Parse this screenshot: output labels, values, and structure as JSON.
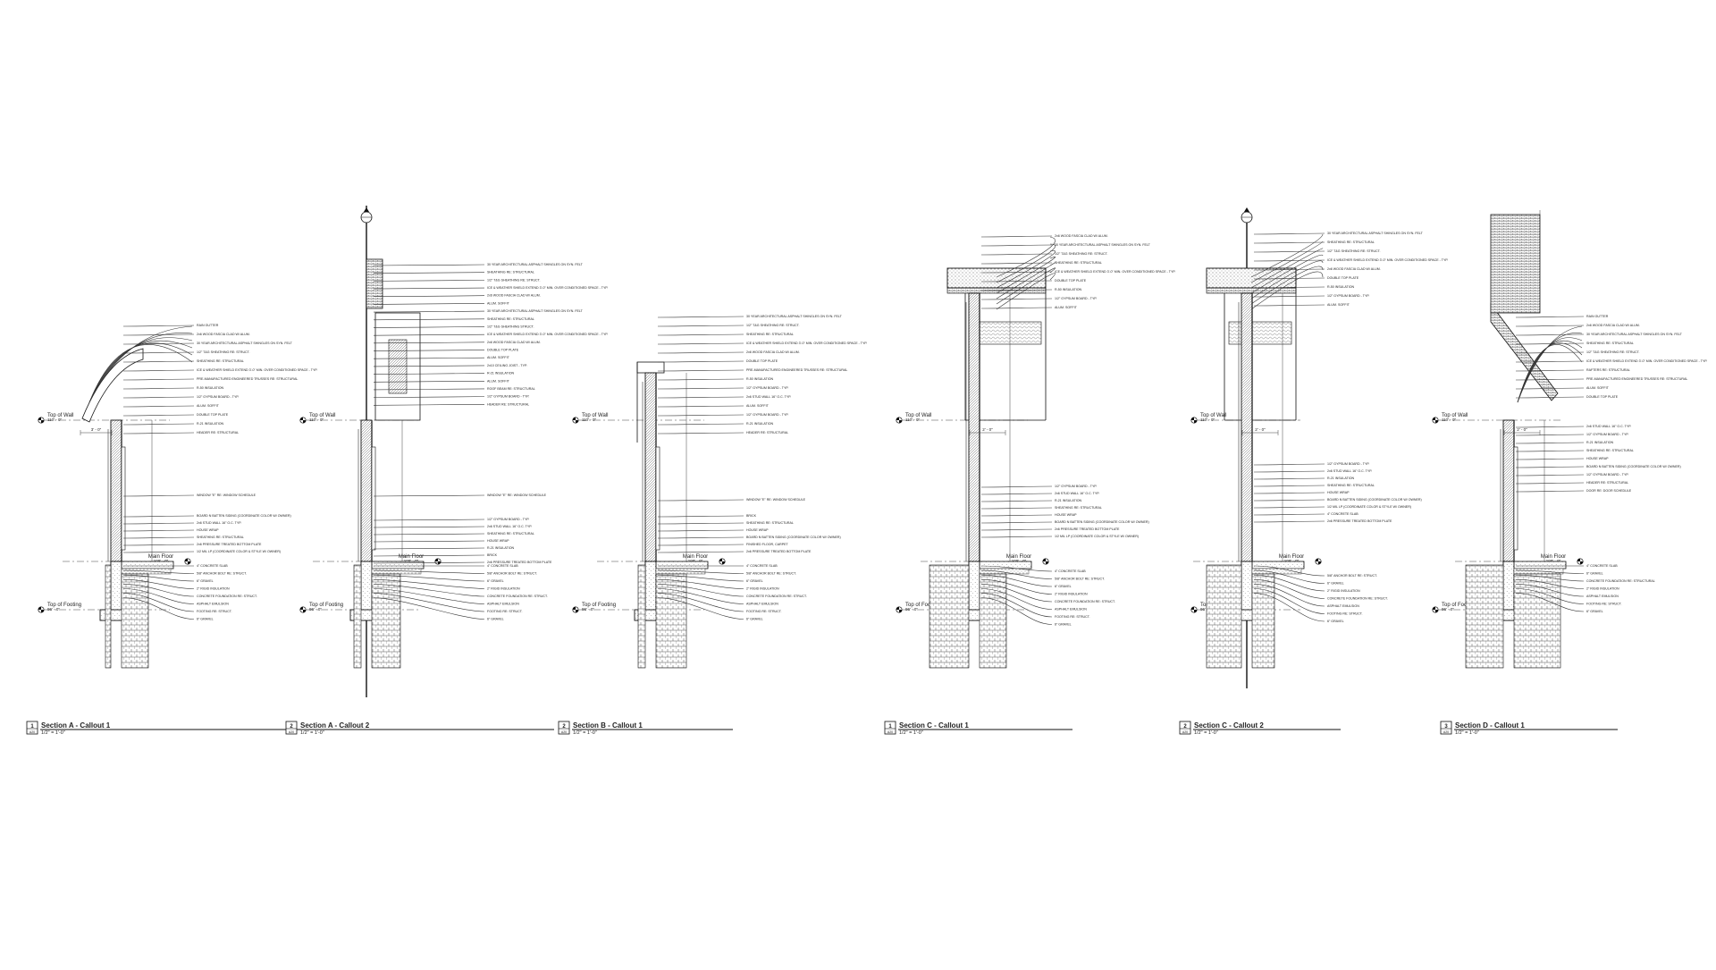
{
  "sheet": {
    "type": "Wall Section Callouts",
    "background": "#ffffff",
    "linework_color": "#111111"
  },
  "sections": [
    {
      "id": "A1",
      "number": "1",
      "sheet_ref": "A20",
      "title": "Section A - Callout 1",
      "scale": "1/2\" = 1'-0\"",
      "levels": {
        "top_of_wall": "Top of Wall",
        "top_elev": "110' - 0\"",
        "main_floor": "Main Floor",
        "main_elev": "100' - 0\"",
        "footing": "Top of Footing",
        "footing_elev": "96' - 0\""
      },
      "dimension": "3' - 0\"",
      "notes_upper": [
        "RAIN GUTTER",
        "2x6 WOOD FASCIA CLAD W/ ALUM.",
        "30 YEAR ARCHITECTURAL ASPHALT SHINGLES ON SYN. FELT",
        "1/2\" T&G SHEATHING RE: STRUCT.",
        "SHEATHING RE: STRUCTURAL",
        "ICE & WEATHER SHIELD EXTEND 3'-0\" MIN. OVER CONDITIONED SPACE - TYP.",
        "PRE-MANUFACTURED ENGINEERED TRUSSES RE: STRUCTURAL",
        "R-50 INSULATION",
        "1/2\" GYPSUM BOARD - TYP.",
        "ALUM. SOFFIT",
        "DOUBLE TOP PLATE",
        "R-21 INSULATION",
        "HEADER RE: STRUCTURAL"
      ],
      "notes_mid": [
        "WINDOW \"E\" RE: WINDOW SCHEDULE"
      ],
      "notes_lower": [
        "BOARD N BATTEN SIDING (COORDINATE COLOR W/ OWNER)",
        "2x6 STUD WALL 16\" O.C. TYP.",
        "HOUSE WRAP",
        "SHEATHING RE: STRUCTURAL",
        "2x6 PRESSURE TREATED BOTTOM PLATE",
        "1/2 MIL LP (COORDINATE COLOR & STYLE W/ OWNER)"
      ],
      "notes_base": [
        "4\" CONCRETE SLAB",
        "5/8\" ANCHOR BOLT RE: STRUCT.",
        "6\" GRAVEL",
        "2\" RIGID INSULATION",
        "CONCRETE FOUNDATION RE: STRUCT.",
        "ASPHALT EMULSION",
        "FOOTING RE: STRUCT.",
        "6\" GRAVEL"
      ]
    },
    {
      "id": "A2",
      "number": "2",
      "sheet_ref": "A20",
      "title": "Section A - Callout 2",
      "scale": "1/2\" = 1'-0\"",
      "levels": {
        "top_of_wall": "Top of Wall",
        "top_elev": "110' - 0\"",
        "main_floor": "Main Floor",
        "main_elev": "100' - 0\"",
        "footing": "Top of Footing",
        "footing_elev": "96' - 0\""
      },
      "dimension": "",
      "notes_upper": [
        "30 YEAR ARCHITECTURAL ASPHALT SHINGLES ON SYN. FELT",
        "SHEATHING RE: STRUCTURAL",
        "1/2\" T&G SHEATHING RE: STRUCT.",
        "ICE & WEATHER SHIELD EXTEND 3'-0\" MIN. OVER CONDITIONED SPACE - TYP.",
        "2x6 WOOD FASCIA CLAD W/ ALUM.",
        "ALUM. SOFFIT",
        "30 YEAR ARCHITECTURAL ASPHALT SHINGLES ON SYN. FELT",
        "SHEATHING RE: STRUCTURAL",
        "1/2\" T&G SHEATHING STRUCT.",
        "ICE & WEATHER SHIELD EXTEND 3'-0\" MIN. OVER CONDITIONED SPACE - TYP.",
        "2x6 WOOD FASCIA CLAD W/ ALUM.",
        "DOUBLE TOP PLATE",
        "ALUM. SOFFIT",
        "2x10 CEILING JOIST - TYP.",
        "R-21 INSULATION",
        "ALUM. SOFFIT",
        "ROOF BEAM RE: STRUCTURAL",
        "1/2\" GYPSUM BOARD - TYP.",
        "HEADER RE: STRUCTURAL"
      ],
      "notes_mid": [
        "WINDOW \"E\" RE: WINDOW SCHEDULE"
      ],
      "notes_lower": [
        "1/2\" GYPSUM BOARD - TYP.",
        "2x6 STUD WALL 16\" O.C. TYP.",
        "SHEATHING RE: STRUCTURAL",
        "HOUSE WRAP",
        "R-21 INSULATION",
        "BRICK",
        "2x6 PRESSURE TREATED BOTTOM PLATE"
      ],
      "notes_base": [
        "4\" CONCRETE SLAB",
        "5/8\" ANCHOR BOLT RE: STRUCT.",
        "6\" GRAVEL",
        "2\" RIGID INSULATION",
        "CONCRETE FOUNDATION RE: STRUCT.",
        "ASPHALT EMULSION",
        "FOOTING RE: STRUCT.",
        "6\" GRAVEL"
      ]
    },
    {
      "id": "B1",
      "number": "2",
      "sheet_ref": "A20",
      "title": "Section B - Callout 1",
      "scale": "1/2\" = 1'-0\"",
      "levels": {
        "top_of_wall": "Top of Wall",
        "top_elev": "110' - 0\"",
        "main_floor": "Main Floor",
        "main_elev": "100' - 0\"",
        "footing": "Top of Footing",
        "footing_elev": "96' - 0\""
      },
      "dimension": "",
      "notes_upper": [
        "30 YEAR ARCHITECTURAL ASPHALT SHINGLES ON SYN. FELT",
        "1/2\" T&G SHEATHING RE: STRUCT.",
        "SHEATHING RE: STRUCTURAL",
        "ICE & WEATHER SHIELD EXTEND 3'-0\" MIN. OVER CONDITIONED SPACE - TYP.",
        "2x6 WOOD FASCIA CLAD W/ ALUM.",
        "DOUBLE TOP PLATE",
        "PRE-MANUFACTURED ENGINEERED TRUSSES RE: STRUCTURAL",
        "R-50 INSULATION",
        "1/2\" GYPSUM BOARD - TYP.",
        "2x6 STUD WALL 16\" O.C. TYP.",
        "ALUM. SOFFIT",
        "1/2\" GYPSUM BOARD - TYP.",
        "R-21 INSULATION",
        "HEADER RE: STRUCTURAL"
      ],
      "notes_mid": [
        "WINDOW \"E\" RE: WINDOW SCHEDULE"
      ],
      "notes_lower": [
        "BRICK",
        "SHEATHING RE: STRUCTURAL",
        "HOUSE WRAP",
        "BOARD N BATTEN SIDING (COORDINATE COLOR W/ OWNER)",
        "FINISHED FLOOR, CARPET",
        "2x6 PRESSURE TREATED BOTTOM PLATE"
      ],
      "notes_base": [
        "4\" CONCRETE SLAB",
        "5/8\" ANCHOR BOLT RE: STRUCT.",
        "6\" GRAVEL",
        "2\" RIGID INSULATION",
        "CONCRETE FOUNDATION RE: STRUCT.",
        "ASPHALT EMULSION",
        "FOOTING RE: STRUCT.",
        "6\" GRAVEL"
      ]
    },
    {
      "id": "C1",
      "number": "1",
      "sheet_ref": "A20",
      "title": "Section C - Callout 1",
      "scale": "1/2\" = 1'-0\"",
      "levels": {
        "top_of_wall": "Top of Wall",
        "top_elev": "110' - 0\"",
        "main_floor": "Main Floor",
        "main_elev": "100' - 0\"",
        "footing": "Top of Footing",
        "footing_elev": "96' - 0\""
      },
      "dimension": "2' - 0\"",
      "notes_upper": [
        "2x6 WOOD FASCIA CLAD W/ ALUM.",
        "30 YEAR ARCHITECTURAL ASPHALT SHINGLES ON SYN. FELT",
        "1/2\" T&G SHEATHING RE: STRUCT.",
        "SHEATHING RE: STRUCTURAL",
        "ICE & WEATHER SHIELD EXTEND 3'-0\" MIN. OVER CONDITIONED SPACE - TYP.",
        "DOUBLE TOP PLATE",
        "R-50 INSULATION",
        "1/2\" GYPSUM BOARD - TYP.",
        "ALUM. SOFFIT"
      ],
      "notes_mid": [],
      "notes_lower": [
        "1/2\" GYPSUM BOARD - TYP.",
        "2x6 STUD WALL 16\" O.C. TYP.",
        "R-21 INSULATION",
        "SHEATHING RE: STRUCTURAL",
        "HOUSE WRAP",
        "BOARD N BATTEN SIDING (COORDINATE COLOR W/ OWNER)",
        "2x6 PRESSURE TREATED BOTTOM PLATE",
        "1/2 MIL LP (COORDINATE COLOR & STYLE W/ OWNER)"
      ],
      "notes_base": [
        "4\" CONCRETE SLAB",
        "5/8\" ANCHOR BOLT RE: STRUCT.",
        "6\" GRAVEL",
        "2\" RIGID INSULATION",
        "CONCRETE FOUNDATION RE: STRUCT.",
        "ASPHALT EMULSION",
        "FOOTING RE: STRUCT.",
        "6\" GRAVEL"
      ]
    },
    {
      "id": "C2",
      "number": "2",
      "sheet_ref": "A20",
      "title": "Section C - Callout 2",
      "scale": "1/2\" = 1'-0\"",
      "levels": {
        "top_of_wall": "Top of Wall",
        "top_elev": "110' - 0\"",
        "main_floor": "Main Floor",
        "main_elev": "100' - 0\"",
        "footing": "Top of Footing",
        "footing_elev": "96' - 0\""
      },
      "dimension": "2' - 0\"",
      "notes_upper": [
        "30 YEAR ARCHITECTURAL ASPHALT SHINGLES ON SYN. FELT",
        "SHEATHING RE: STRUCTURAL",
        "1/2\" T&G SHEATHING RE: STRUCT.",
        "ICE & WEATHER SHIELD EXTEND 3'-0\" MIN. OVER CONDITIONED SPACE - TYP.",
        "2x6 WOOD FASCIA CLAD W/ ALUM.",
        "DOUBLE TOP PLATE",
        "R-50 INSULATION",
        "1/2\" GYPSUM BOARD - TYP.",
        "ALUM. SOFFIT"
      ],
      "notes_mid": [],
      "notes_lower": [
        "1/2\" GYPSUM BOARD - TYP.",
        "2x6 STUD WALL 16\" O.C. TYP.",
        "R-21 INSULATION",
        "SHEATHING RE: STRUCTURAL",
        "HOUSE WRAP",
        "BOARD N BATTEN SIDING (COORDINATE COLOR W/ OWNER)",
        "1/2 MIL LP (COORDINATE COLOR & STYLE W/ OWNER)",
        "4\" CONCRETE SLAB",
        "2x6 PRESSURE TREATED BOTTOM PLATE"
      ],
      "notes_base": [
        "5/8\" ANCHOR BOLT RE: STRUCT.",
        "6\" GRAVEL",
        "2\" RIGID INSULATION",
        "CONCRETE FOUNDATION RE: STRUCT.",
        "ASPHALT EMULSION",
        "FOOTING RE: STRUCT.",
        "6\" GRAVEL"
      ]
    },
    {
      "id": "D1",
      "number": "3",
      "sheet_ref": "A20",
      "title": "Section D - Callout 1",
      "scale": "1/2\" = 1'-0\"",
      "levels": {
        "top_of_wall": "Top of Wall",
        "top_elev": "110' - 0\"",
        "main_floor": "Main Floor",
        "main_elev": "100' - 0\"",
        "footing": "Top of Footing",
        "footing_elev": "96' - 0\""
      },
      "dimension": "2' - 0\"",
      "notes_upper": [
        "RAIN GUTTER",
        "2x6 WOOD FASCIA CLAD W/ ALUM.",
        "30 YEAR ARCHITECTURAL ASPHALT SHINGLES ON SYN. FELT",
        "SHEATHING RE: STRUCTURAL",
        "1/2\" T&G SHEATHING RE: STRUCT.",
        "ICE & WEATHER SHIELD EXTEND 3'-0\" MIN. OVER CONDITIONED SPACE - TYP.",
        "RAFTERS RE: STRUCTURAL",
        "PRE-MANUFACTURED ENGINEERED TRUSSES RE: STRUCTURAL",
        "ALUM. SOFFIT",
        "DOUBLE TOP PLATE"
      ],
      "notes_mid": [
        "2x6 STUD WALL 16\" O.C. TYP.",
        "1/2\" GYPSUM BOARD - TYP.",
        "R-21 INSULATION",
        "SHEATHING RE: STRUCTURAL",
        "HOUSE WRAP",
        "BOARD N BATTEN SIDING (COORDINATE COLOR W/ OWNER)",
        "1/2\" GYPSUM BOARD - TYP.",
        "HEADER RE: STRUCTURAL",
        "DOOR RE: DOOR SCHEDULE"
      ],
      "notes_lower": [],
      "notes_base": [
        "4\" CONCRETE SLAB",
        "6\" GRAVEL",
        "CONCRETE FOUNDATION RE: STRUCTURAL",
        "2\" RIGID INSULATION",
        "ASPHALT EMULSION",
        "FOOTING RE: STRUCT.",
        "6\" GRAVEL"
      ]
    }
  ]
}
